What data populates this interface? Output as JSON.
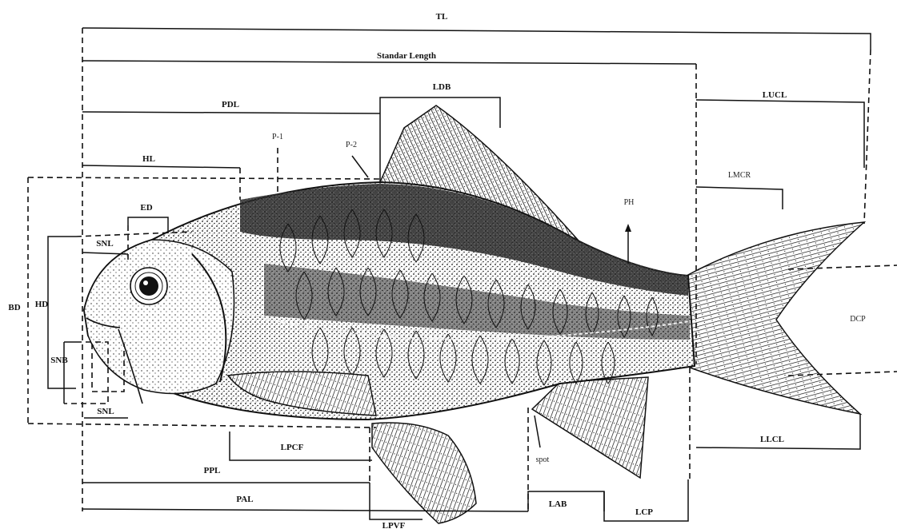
{
  "measurements": {
    "tl": "TL",
    "standard_length": "Standar Length",
    "ldb": "LDB",
    "lucl": "LUCL",
    "pdl": "PDL",
    "p1": "P-1",
    "p2": "P-2",
    "hl": "HL",
    "lmcr": "LMCR",
    "ed": "ED",
    "ph": "PH",
    "snl_top": "SNL",
    "bd": "BD",
    "hd": "HD",
    "dcp": "DCP",
    "snb": "SNB",
    "snl_bottom": "SNL",
    "llcl": "LLCL",
    "lpcf": "LPCF",
    "spot": "spot",
    "ppl": "PPL",
    "pal": "PAL",
    "lab": "LAB",
    "lcp": "LCP",
    "lpvf": "LPVF"
  }
}
